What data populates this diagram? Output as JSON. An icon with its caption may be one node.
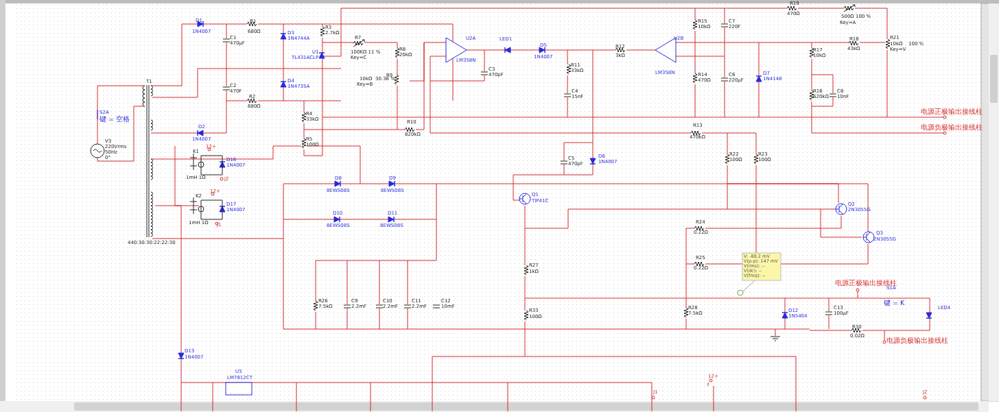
{
  "diagram": {
    "labels": [
      "D1",
      "1N4007",
      "R1",
      "680Ω",
      "C1",
      "470µF",
      "D3",
      "1N4744A",
      "R3",
      "2.7kΩ",
      "U1",
      "TL431ACLP",
      "R7",
      "100KΩ  11 %",
      "Key=C",
      "R8",
      "20kΩ",
      "U2A",
      "LM358N",
      "LED1",
      "D5",
      "1N4007",
      "R12",
      "3kΩ",
      "U2B",
      "LM358N",
      "R15",
      "10kΩ",
      "C7",
      "220F",
      "R19",
      "470Ω",
      "500Ω  100 %",
      "Key=A",
      "R17",
      "10kΩ",
      "R18",
      "43kΩ",
      "R21",
      "10kΩ",
      "100 %",
      "Key=V",
      "T1",
      "C2",
      "470F",
      "D4",
      "1N4735A",
      "R2",
      "680Ω",
      "10kΩ",
      "30.36 %",
      "R9",
      "Key=B",
      "C3",
      "470pF",
      "R11",
      "33kΩ",
      "C4",
      "15nF",
      "R14",
      "470Ω",
      "C6",
      "220µF",
      "D7",
      "1N4148",
      "R16",
      "620kΩ",
      "C8",
      "10nF",
      "S2A",
      "键 = 空格",
      "R4",
      "33kΩ",
      "电源正极输出接线柱",
      "D2",
      "1N4007",
      "R10",
      "820kΩ",
      "R13",
      "470kΩ",
      "电源负极输出接线柱",
      "V3",
      "220Vrms",
      "50Hz",
      "0°",
      "R5",
      "100Ω",
      "K1",
      "12+",
      "D16",
      "1N4007",
      "C5",
      "470pF",
      "D6",
      "1N4007",
      "R22",
      "100Ω",
      "R23",
      "100Ω",
      "1mH 1Ω",
      "J2",
      "D8",
      "8EWS08S",
      "D9",
      "8EWS08S",
      "K2",
      "12+",
      "D17",
      "1N4007",
      "Q1",
      "TIP41C",
      "Q2",
      "2N3055G",
      "1mH 1Ω",
      "J1",
      "D10",
      "8EWS08S",
      "D11",
      "8EWS08S",
      "R24",
      "0.22Ω",
      "Q3",
      "2N3055G",
      "440:30:30:22:22:30",
      "R25",
      "0.22Ω",
      "R27",
      "1kΩ",
      "V: -88.2 mV",
      "V(p-p): 147 mV",
      "V(rms): --",
      "V(dc): --",
      "V(freq): --",
      "电源正极输出接线柱",
      "S1A",
      "键 = K",
      "R26",
      "7.5kΩ",
      "C9",
      "2.2mF",
      "C10",
      "2.2mF",
      "C11",
      "2.2mF",
      "C12",
      "10mF",
      "R28",
      "7.5kΩ",
      "D12",
      "1N5404",
      "C13",
      "100µF",
      "LED4",
      "R33",
      "100Ω",
      "R30",
      "0.02Ω",
      "电源负极输出接线柱",
      "D13",
      "1N4007",
      "U3",
      "LM7812CT",
      "12+",
      "J1",
      "J2"
    ]
  }
}
